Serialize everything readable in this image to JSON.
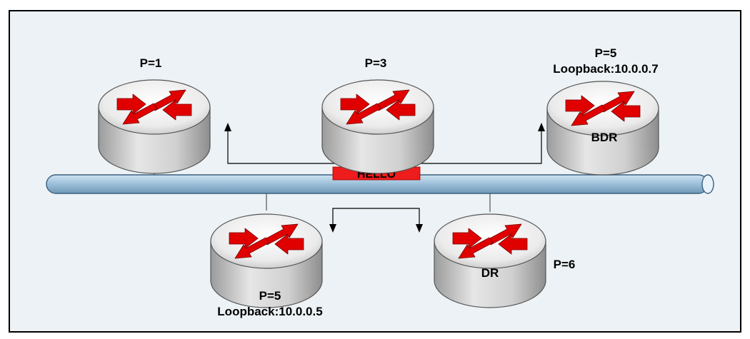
{
  "routers": [
    {
      "id": "r1",
      "priority": "P=1"
    },
    {
      "id": "r3",
      "priority": "P=3"
    },
    {
      "id": "r5-bdr",
      "priority": "P=5",
      "loopback": "Loopback:10.0.0.7",
      "role": "BDR"
    },
    {
      "id": "r5-low",
      "priority": "P=5",
      "loopback": "Loopback:10.0.0.5"
    },
    {
      "id": "r6-dr",
      "priority": "P=6",
      "role": "DR"
    }
  ],
  "hello_label": "HELLO",
  "colors": {
    "background": "#ecf2f5",
    "bus": "#9fc2dc",
    "hello_box": "#ee1c1c",
    "router_arrows": "#e00000",
    "router_body": "#c9c9c9"
  }
}
